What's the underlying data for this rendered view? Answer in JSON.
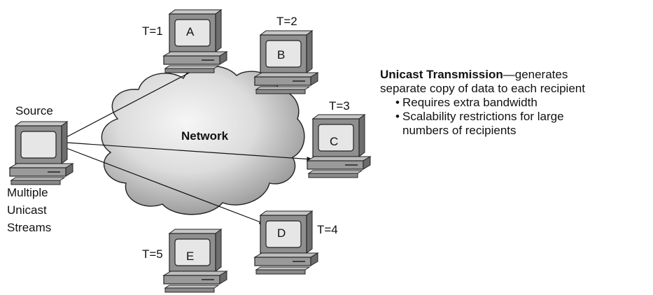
{
  "network": {
    "label": "Network"
  },
  "source": {
    "label": "Source",
    "caption_lines": [
      "Multiple",
      "Unicast",
      "Streams"
    ]
  },
  "hosts": [
    {
      "letter": "A",
      "time": "T=1"
    },
    {
      "letter": "B",
      "time": "T=2"
    },
    {
      "letter": "C",
      "time": "T=3"
    },
    {
      "letter": "D",
      "time": "T=4"
    },
    {
      "letter": "E",
      "time": "T=5"
    }
  ],
  "description": {
    "title": "Unicast Transmission",
    "title_suffix": "—generates",
    "line2": "separate copy of data to each recipient",
    "bullets": [
      "Requires extra bandwidth",
      "Scalability restrictions for large numbers of  recipients"
    ]
  },
  "colors": {
    "cloud_light": "#f4f4f4",
    "cloud_dark": "#9a9a9a",
    "computer_body": "#8f8f8f",
    "screen": "#e6e6e6",
    "outline": "#222222"
  }
}
